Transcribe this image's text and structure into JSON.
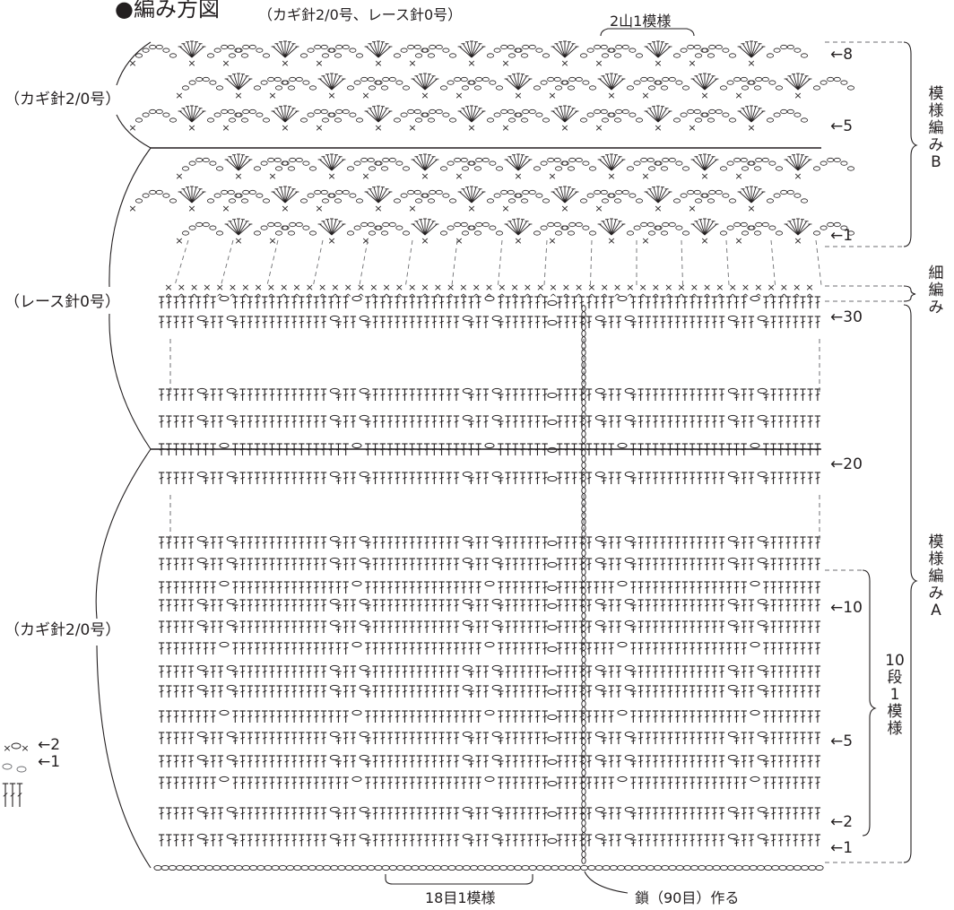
{
  "title": {
    "main": "●編み方図",
    "sub": "（カギ針2/0号、レース針0号）"
  },
  "needles": {
    "hook_upper": "（カギ針2/0号）",
    "lace": "（レース針0号）",
    "hook_lower": "（カギ針2/0号）"
  },
  "pattern_labels": {
    "pattern_b_repeat": "2山1模様",
    "pattern_b": "模\n様\n編\nみ\nB",
    "single_crochet": "細\n編\nみ",
    "pattern_a": "模\n様\n編\nみ\nA",
    "ten_rows_repeat": "10\n段\n1\n模\n様",
    "stitch_repeat": "18目1模様",
    "chain_start": "鎖（90目）作る"
  },
  "row_markers": {
    "b_row_8": "8",
    "b_row_5": "5",
    "b_row_1": "1",
    "a_row_30": "30",
    "a_row_20": "20",
    "a_row_10": "10",
    "a_row_5": "5",
    "a_row_2": "2",
    "a_row_1": "1",
    "mini_row_2": "2",
    "mini_row_1": "1"
  },
  "symbols": {
    "arrow": "←",
    "treble": "Ŧ",
    "sc": "×"
  },
  "colors": {
    "ink": "#231f20",
    "guide": "#6d6e71",
    "paper": "#ffffff"
  }
}
